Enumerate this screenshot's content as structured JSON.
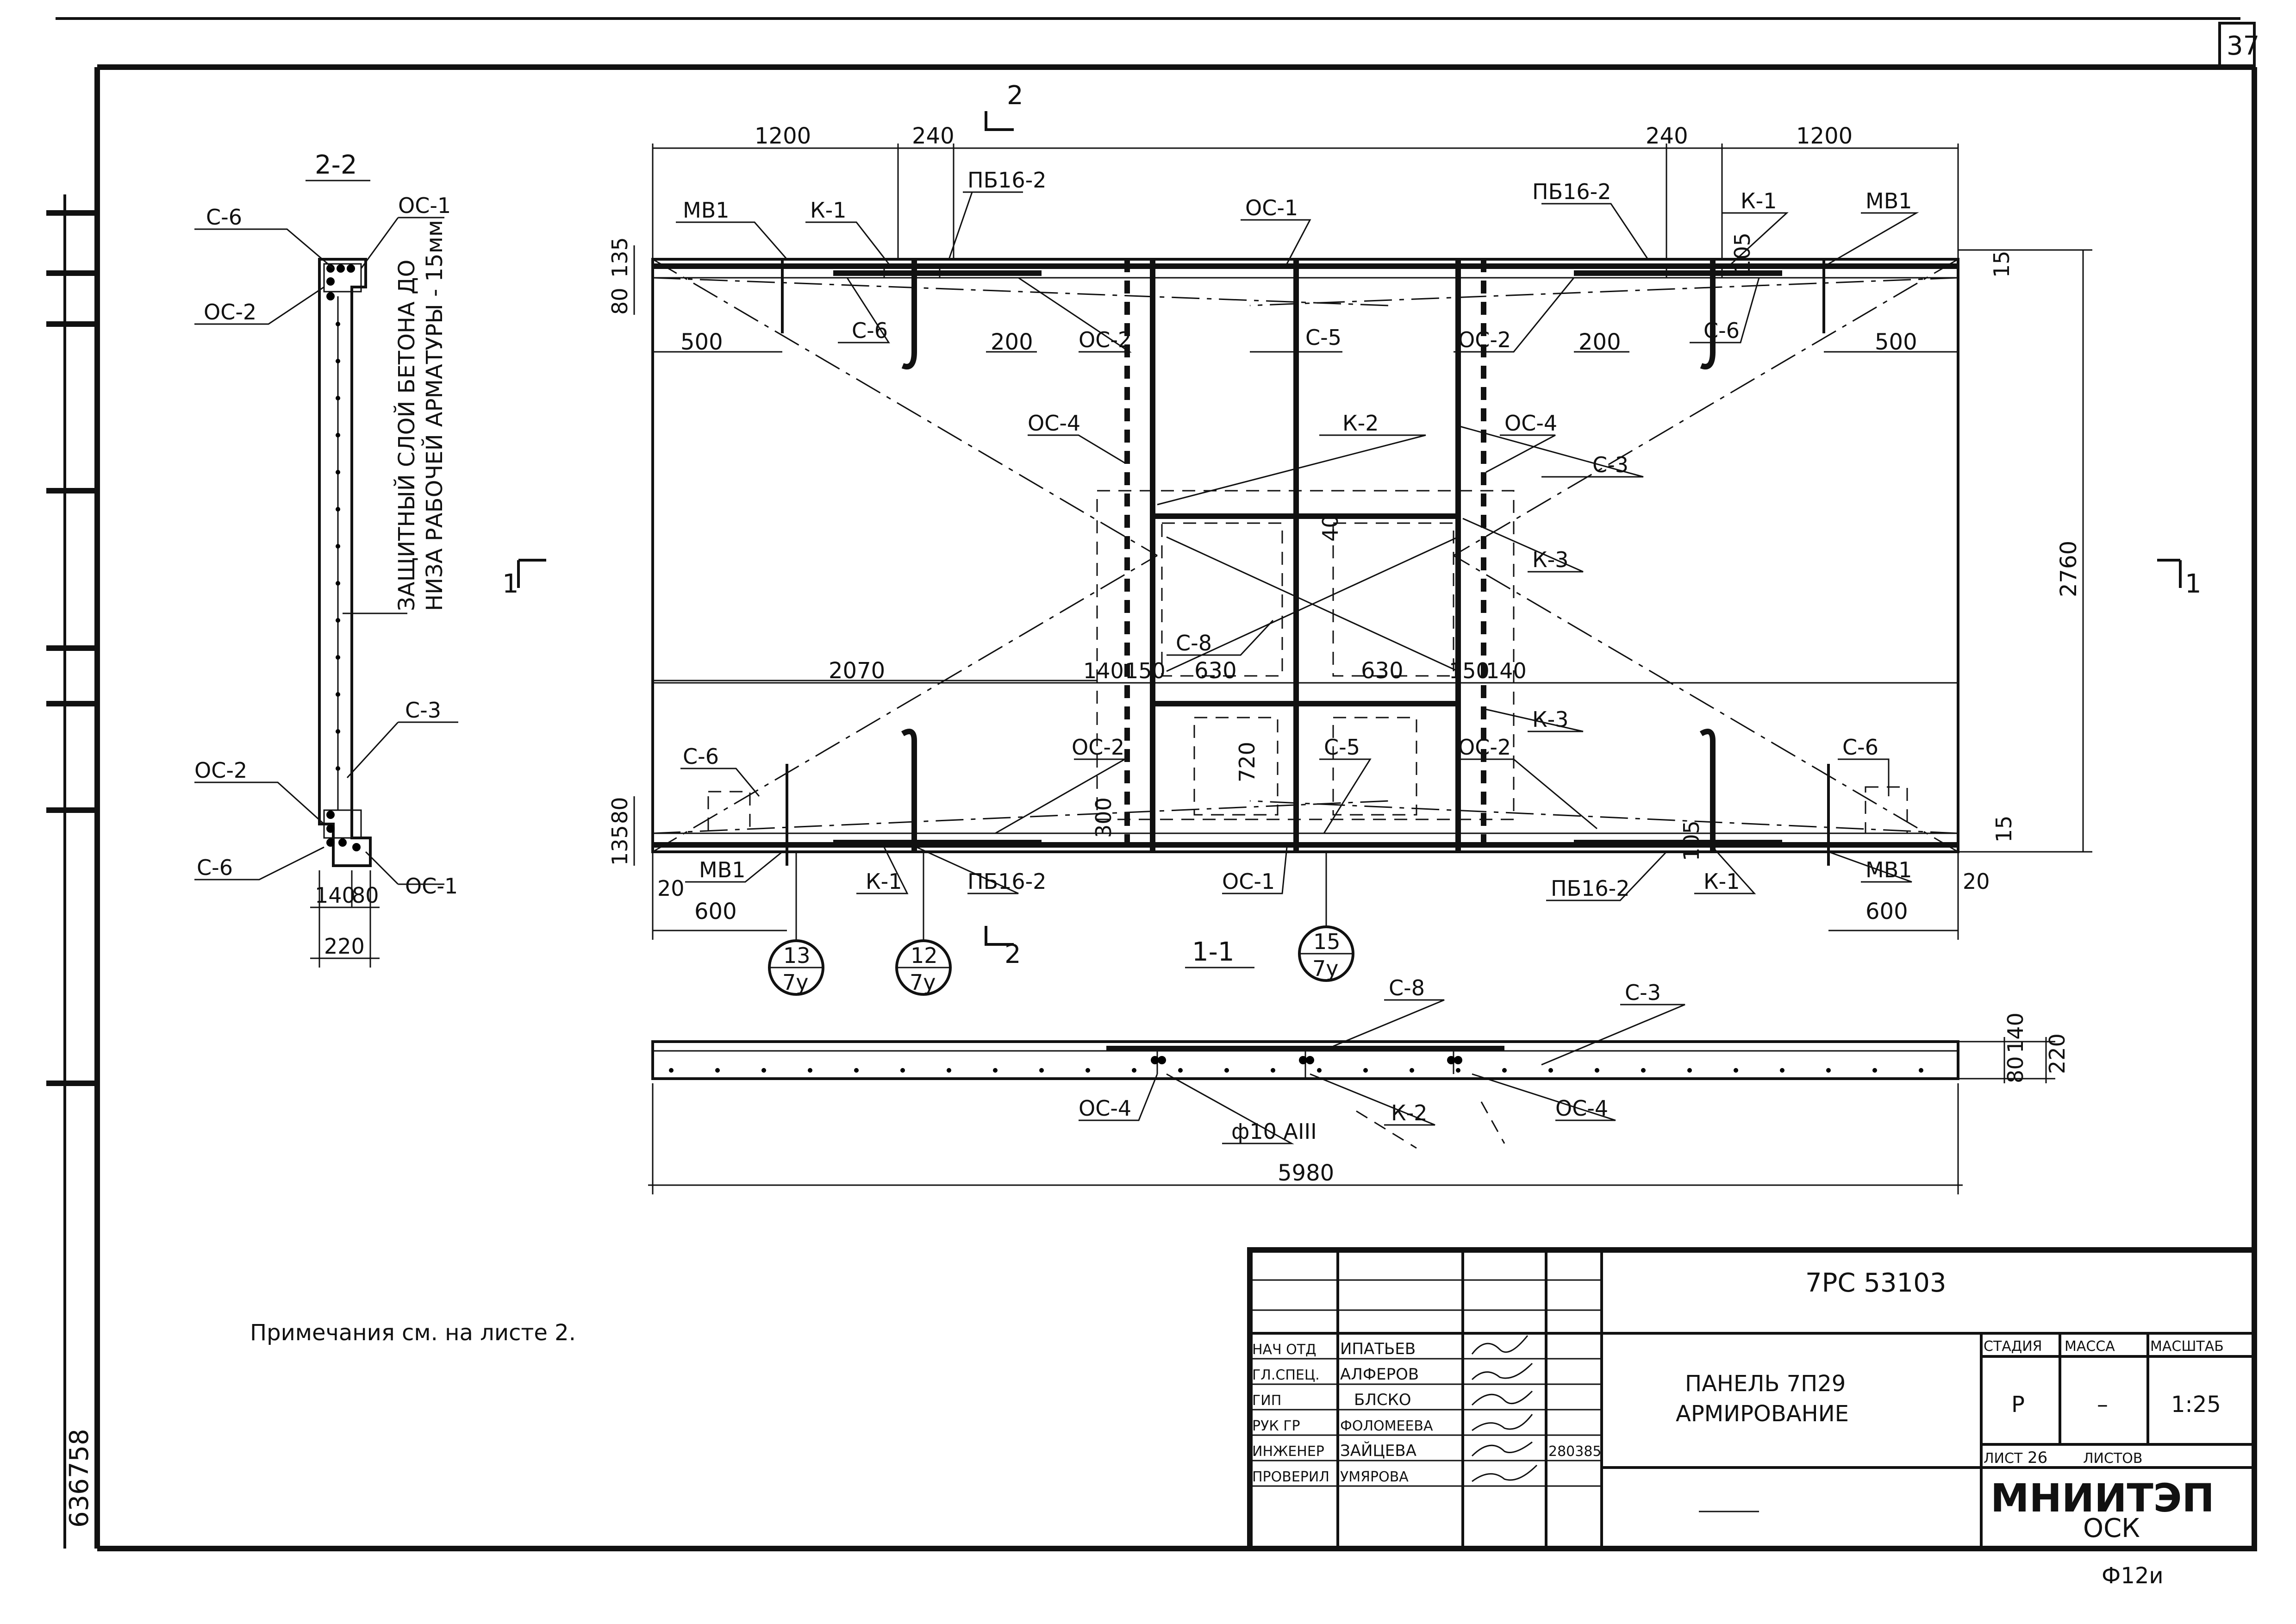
{
  "sheet": {
    "number": "37",
    "archive_number": "636758",
    "note": "Примечания см. на листе 2.",
    "footer_code": "Ф12и"
  },
  "section_22": {
    "title": "2-2",
    "labels": [
      "С-6",
      "ОС-1",
      "ОС-2",
      "С-3",
      "ОС-2",
      "С-6",
      "ОС-1"
    ],
    "note_line1": "ЗАЩИТНЫЙ СЛОЙ БЕТОНА ДО",
    "note_line2": "НИЗА РАБОЧЕЙ АРМАТУРЫ - 15мм",
    "dims": [
      "140",
      "80",
      "220"
    ]
  },
  "plan": {
    "section_marks": [
      "2",
      "2",
      "1",
      "1"
    ],
    "labels": {
      "top": [
        "МВ1",
        "К-1",
        "ПБ16-2",
        "ОС-1",
        "ПБ16-2",
        "К-1",
        "МВ1"
      ],
      "mid": [
        "С-6",
        "ОС-2",
        "С-5",
        "ОС-2",
        "С-6",
        "ОС-4",
        "К-2",
        "ОС-4",
        "С-3",
        "К-3",
        "С-8",
        "К-3"
      ],
      "bottom": [
        "С-6",
        "ОС-2",
        "С-5",
        "ОС-2",
        "С-6",
        "МВ1",
        "К-1",
        "ПБ16-2",
        "ОС-1",
        "ПБ16-2",
        "К-1",
        "МВ1"
      ]
    },
    "dims": {
      "top_left": [
        "1200",
        "240"
      ],
      "top_right": [
        "240",
        "1200"
      ],
      "left_edge_top": [
        "80",
        "135"
      ],
      "left_edge_bottom": [
        "135",
        "80"
      ],
      "inner_top": [
        "500",
        "200",
        "200",
        "500"
      ],
      "vertical_105_top": "105",
      "vertical_105_bottom": "105",
      "right_15_top": "15",
      "right_15_bottom": "15",
      "overall_height": "2760",
      "middle_row": [
        "2070",
        "140",
        "150",
        "630",
        "630",
        "150",
        "140"
      ],
      "dim_40": "40",
      "dim_720": "720",
      "dim_300": "300",
      "bottom_left": [
        "20",
        "600"
      ],
      "bottom_right": [
        "600",
        "20"
      ]
    },
    "callouts": [
      {
        "top": "13",
        "bottom": "7у"
      },
      {
        "top": "12",
        "bottom": "7у"
      },
      {
        "top": "15",
        "bottom": "7у"
      }
    ],
    "section_title": "1-1"
  },
  "section_11": {
    "labels": [
      "С-8",
      "С-3",
      "ОС-4",
      "К-2",
      "ОС-4"
    ],
    "bar_label": "ф10 АIII",
    "dims": [
      "80",
      "140",
      "220"
    ],
    "length": "5980"
  },
  "title_block": {
    "doc_code": "7РС 53103",
    "title_line1": "ПАНЕЛЬ 7П29",
    "title_line2": "АРМИРОВАНИЕ",
    "people": [
      {
        "role": "НАЧ ОТД",
        "name": "ИПАТЬЕВ"
      },
      {
        "role": "ГЛ.СПЕЦ.",
        "name": "АЛФЕРОВ"
      },
      {
        "role": "ГИП",
        "name": "БЛСКО"
      },
      {
        "role": "РУК ГР",
        "name": "ФОЛОМЕЕВА"
      },
      {
        "role": "ИНЖЕНЕР",
        "name": "ЗАЙЦЕВА"
      },
      {
        "role": "ПРОВЕРИЛ",
        "name": "УМЯРОВА"
      }
    ],
    "date": "280385",
    "stage_header": "СТАДИЯ",
    "mass_header": "МАССА",
    "scale_header": "МАСШТАБ",
    "stage": "Р",
    "mass": "–",
    "scale": "1:25",
    "sheet_label": "ЛИСТ",
    "sheet_no": "26",
    "sheets_label": "ЛИСТОВ",
    "org_name": "МНИИТЭП",
    "org_sub": "ОСК"
  }
}
